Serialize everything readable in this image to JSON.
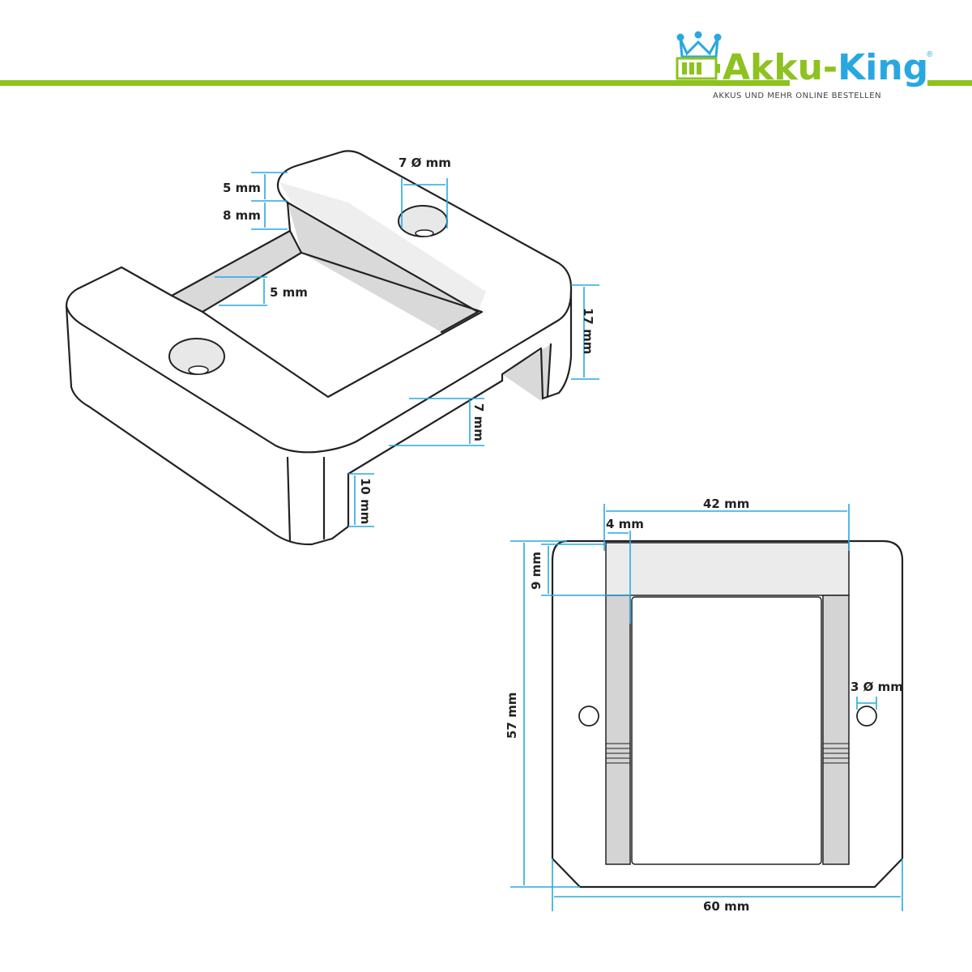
{
  "brand": {
    "name_part1": "Akku-",
    "name_part2": "King",
    "registered": "®",
    "tagline": "AKKUS UND MEHR ONLINE BESTELLEN",
    "green": "#8dc21f",
    "blue": "#29a8e0"
  },
  "isometric_view": {
    "hole_diameter": "7 Ø mm",
    "top_thickness": "5 mm",
    "inner_step": "8 mm",
    "inner_ledge": "5 mm",
    "total_height": "17 mm",
    "side_step": "7 mm",
    "leg_height": "10 mm"
  },
  "top_view": {
    "inner_width": "42 mm",
    "rail_width": "4 mm",
    "top_bar": "9 mm",
    "hole_diameter": "3 Ø mm",
    "total_height": "57 mm",
    "total_width": "60 mm"
  }
}
